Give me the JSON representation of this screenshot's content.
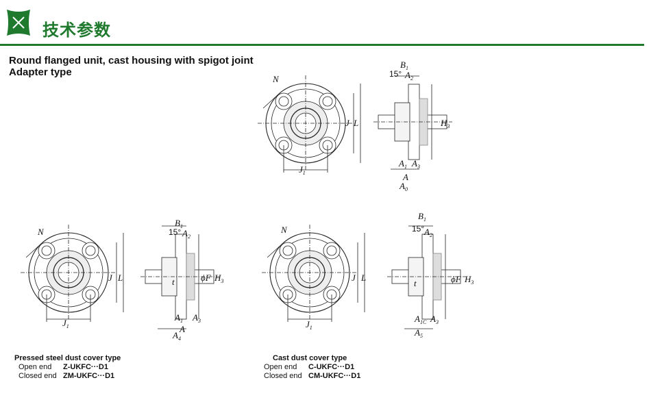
{
  "header": {
    "title": "技术参数",
    "accent": "#1f7a2e"
  },
  "subtitle": {
    "line1": "Round flanged unit, cast housing with spigot joint",
    "line2": "Adapter type"
  },
  "labels": {
    "N": "N",
    "J": "J",
    "L": "L",
    "J1": "J",
    "sub1": "1",
    "B": "B",
    "A": "A",
    "H": "H",
    "sub3": "3",
    "sub2": "2",
    "sub0": "0",
    "sub4": "4",
    "sub5": "5",
    "sub1c": "1C",
    "angle": "15°",
    "phiF": "ϕF",
    "t": "t"
  },
  "notes": {
    "pressed": {
      "title": "Pressed steel dust cover type",
      "open_label": "Open end",
      "open_code": "Z-UKFC···D1",
      "closed_label": "Closed end",
      "closed_code": "ZM-UKFC···D1"
    },
    "cast": {
      "title": "Cast dust cover type",
      "open_label": "Open end",
      "open_code": "C-UKFC···D1",
      "closed_label": "Closed end",
      "closed_code": "CM-UKFC···D1"
    }
  }
}
